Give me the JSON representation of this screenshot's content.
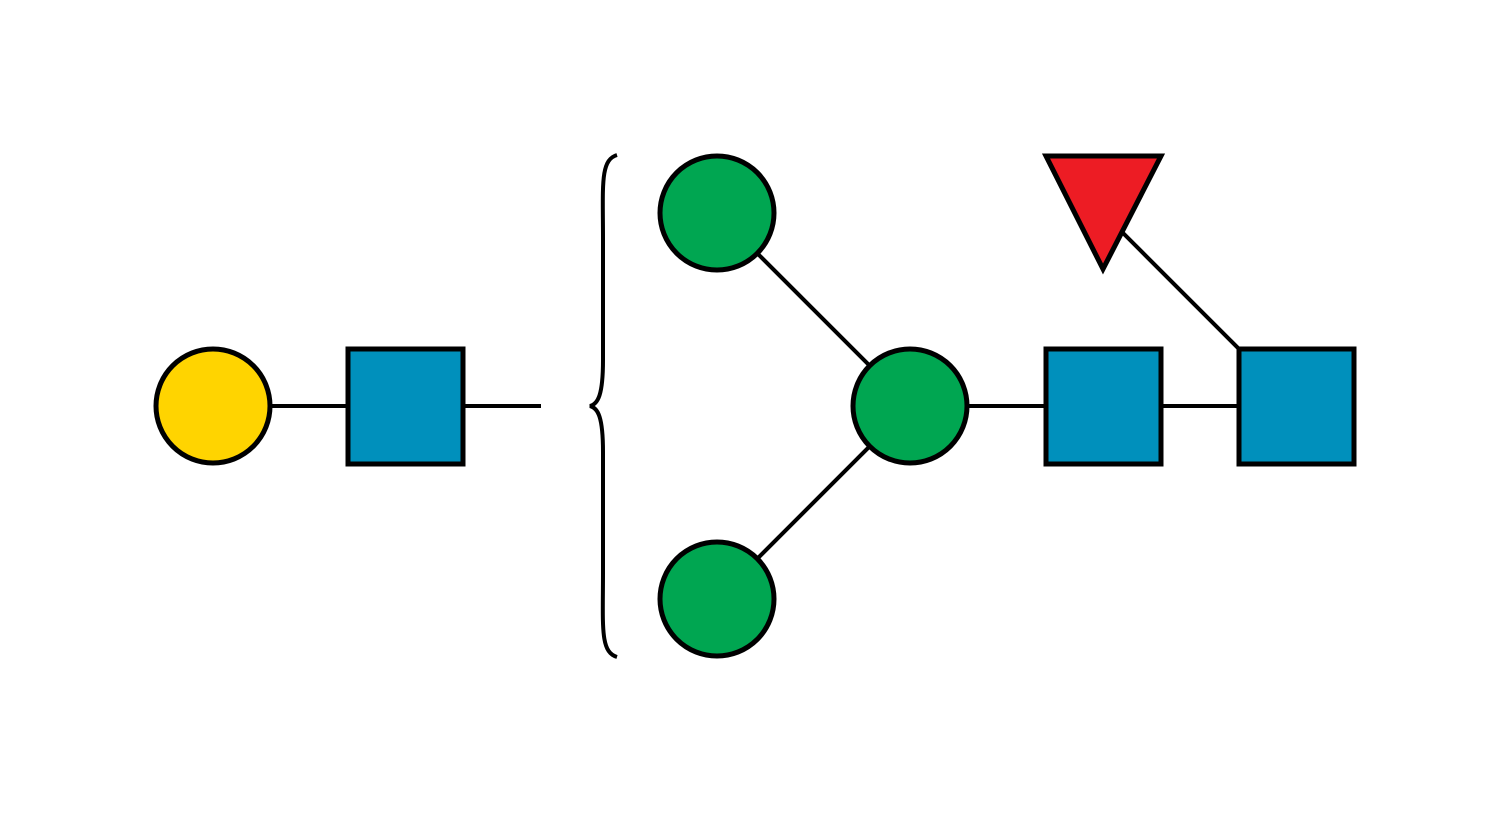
{
  "diagram": {
    "kind": "glycan-snfg",
    "colors": {
      "galactose": "#FFD400",
      "glcnac": "#0090BC",
      "mannose": "#00A651",
      "fucose": "#ED1C24",
      "outline": "#000000",
      "background": "#FFFFFF"
    },
    "residues": [
      {
        "id": "gal",
        "shape": "circle",
        "monosaccharide": "galactose"
      },
      {
        "id": "glcnac-antenna",
        "shape": "square",
        "monosaccharide": "glcnac"
      },
      {
        "id": "man-upper",
        "shape": "circle",
        "monosaccharide": "mannose"
      },
      {
        "id": "man-lower",
        "shape": "circle",
        "monosaccharide": "mannose"
      },
      {
        "id": "man-core",
        "shape": "circle",
        "monosaccharide": "mannose"
      },
      {
        "id": "glcnac-core-2",
        "shape": "square",
        "monosaccharide": "glcnac"
      },
      {
        "id": "glcnac-reducing",
        "shape": "square",
        "monosaccharide": "glcnac"
      },
      {
        "id": "fuc",
        "shape": "triangle",
        "monosaccharide": "fucose"
      }
    ],
    "bracket": {
      "encloses": [
        "man-upper",
        "man-lower"
      ],
      "attached_fragment": [
        "gal",
        "glcnac-antenna"
      ]
    }
  }
}
